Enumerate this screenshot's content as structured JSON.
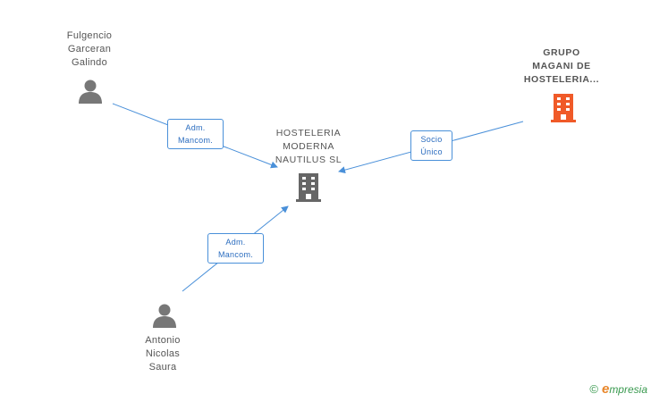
{
  "nodes": {
    "person_top": {
      "lines": [
        "Fulgencio",
        "Garceran",
        "Galindo"
      ],
      "icon": "person-icon"
    },
    "person_bottom": {
      "lines": [
        "Antonio",
        "Nicolas",
        "Saura"
      ],
      "icon": "person-icon"
    },
    "company_center": {
      "lines": [
        "HOSTELERIA",
        "MODERNA",
        "NAUTILUS SL"
      ],
      "icon": "building-icon",
      "color": "#666666"
    },
    "company_main": {
      "lines": [
        "GRUPO",
        "MAGANI DE",
        "HOSTELERIA..."
      ],
      "icon": "building-icon",
      "color": "#f05a28"
    }
  },
  "edges": {
    "top": {
      "lines": [
        "Adm.",
        "Mancom."
      ]
    },
    "bottom": {
      "lines": [
        "Adm.",
        "Mancom."
      ]
    },
    "right": {
      "lines": [
        "Socio",
        "Único"
      ]
    }
  },
  "colors": {
    "edge": "#4a90d9",
    "person": "#777777"
  },
  "brand": {
    "copyright": "©",
    "initial": "e",
    "name": "mpresia"
  }
}
